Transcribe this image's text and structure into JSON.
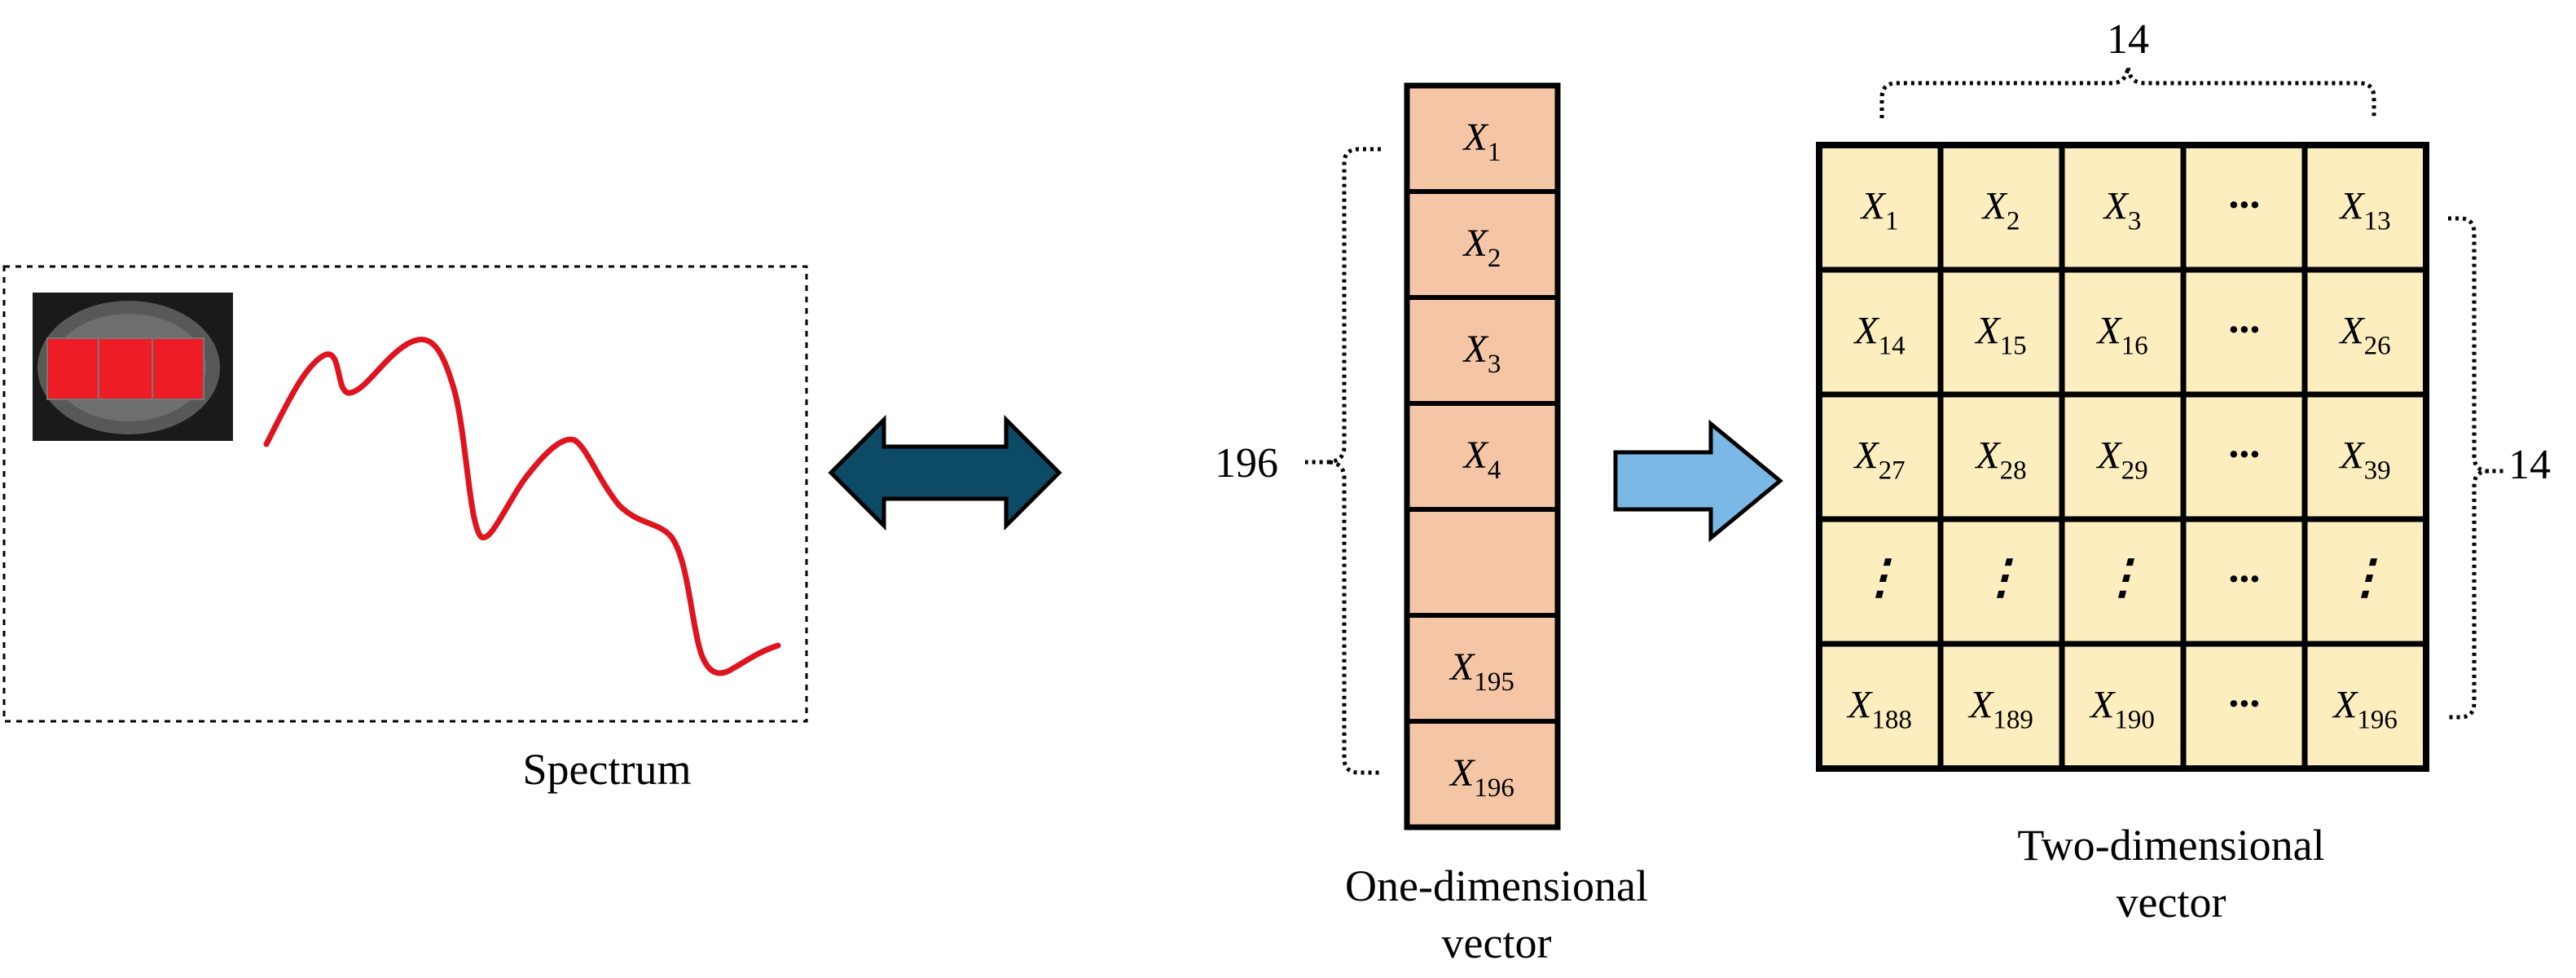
{
  "spectrum": {
    "label": "Spectrum",
    "colors": {
      "curve": "#e0141e",
      "patch": "#ee1c25",
      "sample_bg": "#1a1a1a"
    }
  },
  "one_dimensional": {
    "label_line1": "One-dimensional",
    "label_line2": "vector",
    "size_label": "196",
    "cells": [
      {
        "base": "X",
        "sub": "1"
      },
      {
        "base": "X",
        "sub": "2"
      },
      {
        "base": "X",
        "sub": "3"
      },
      {
        "base": "X",
        "sub": "4"
      },
      {
        "base": "",
        "sub": ""
      },
      {
        "base": "X",
        "sub": "195"
      },
      {
        "base": "X",
        "sub": "196"
      }
    ],
    "fill_color": "#f5c6a5"
  },
  "two_dimensional": {
    "label_line1": "Two-dimensional",
    "label_line2": "vector",
    "cols_label": "14",
    "rows_label": "14",
    "fill_color": "#fdeebf",
    "grid": [
      [
        {
          "base": "X",
          "sub": "1"
        },
        {
          "base": "X",
          "sub": "2"
        },
        {
          "base": "X",
          "sub": "3"
        },
        {
          "text": "···"
        },
        {
          "base": "X",
          "sub": "13"
        }
      ],
      [
        {
          "base": "X",
          "sub": "14"
        },
        {
          "base": "X",
          "sub": "15"
        },
        {
          "base": "X",
          "sub": "16"
        },
        {
          "text": "···"
        },
        {
          "base": "X",
          "sub": "26"
        }
      ],
      [
        {
          "base": "X",
          "sub": "27"
        },
        {
          "base": "X",
          "sub": "28"
        },
        {
          "base": "X",
          "sub": "29"
        },
        {
          "text": "···"
        },
        {
          "base": "X",
          "sub": "39"
        }
      ],
      [
        {
          "text": "⋮"
        },
        {
          "text": "⋮"
        },
        {
          "text": "⋮"
        },
        {
          "text": "···"
        },
        {
          "text": "⋮"
        }
      ],
      [
        {
          "base": "X",
          "sub": "188"
        },
        {
          "base": "X",
          "sub": "189"
        },
        {
          "base": "X",
          "sub": "190"
        },
        {
          "text": "···"
        },
        {
          "base": "X",
          "sub": "196"
        }
      ]
    ]
  },
  "arrows": {
    "double_arrow_color": "#0c4a66",
    "right_arrow_color": "#7bb8e6"
  }
}
